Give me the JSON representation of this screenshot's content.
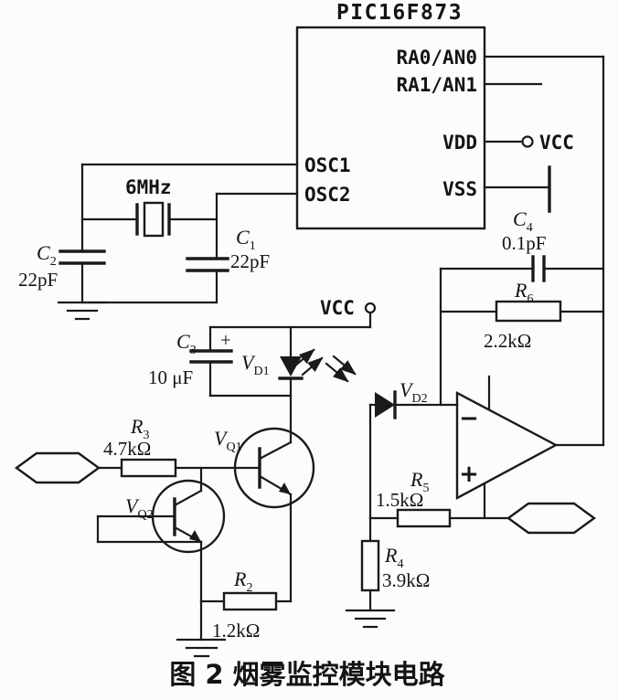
{
  "ic": {
    "title": "PIC16F873",
    "pins": {
      "ra0an0": "RA0/AN0",
      "ra1an1": "RA1/AN1",
      "vdd": "VDD",
      "vss": "VSS",
      "osc1": "OSC1",
      "osc2": "OSC2"
    }
  },
  "power": {
    "vcc_right": "VCC",
    "vcc_mid": "VCC"
  },
  "crystal": {
    "freq": "6MHz"
  },
  "capacitors": {
    "c1": {
      "ref": "C",
      "sub": "1",
      "value": "22pF"
    },
    "c2": {
      "ref": "C",
      "sub": "2",
      "value": "22pF"
    },
    "c3": {
      "ref": "C",
      "sub": "3",
      "value": "10 μF",
      "polarity": "+"
    },
    "c4": {
      "ref": "C",
      "sub": "4",
      "value": "0.1pF"
    }
  },
  "resistors": {
    "r2": {
      "ref": "R",
      "sub": "2",
      "value": "1.2kΩ"
    },
    "r3": {
      "ref": "R",
      "sub": "3",
      "value": "4.7kΩ"
    },
    "r4": {
      "ref": "R",
      "sub": "4",
      "value": "3.9kΩ"
    },
    "r5": {
      "ref": "R",
      "sub": "5",
      "value": "1.5kΩ"
    },
    "r6": {
      "ref": "R",
      "sub": "6",
      "value": "2.2kΩ"
    }
  },
  "diodes": {
    "vd1": {
      "ref": "V",
      "sub": "D1"
    },
    "vd2": {
      "ref": "V",
      "sub": "D2"
    }
  },
  "transistors": {
    "vq1": {
      "ref": "V",
      "sub": "Q1"
    },
    "vq2": {
      "ref": "V",
      "sub": "Q2"
    }
  },
  "opamp": {
    "inverting": "−",
    "noninverting": "+"
  },
  "caption": "图 2 烟雾监控模块电路"
}
